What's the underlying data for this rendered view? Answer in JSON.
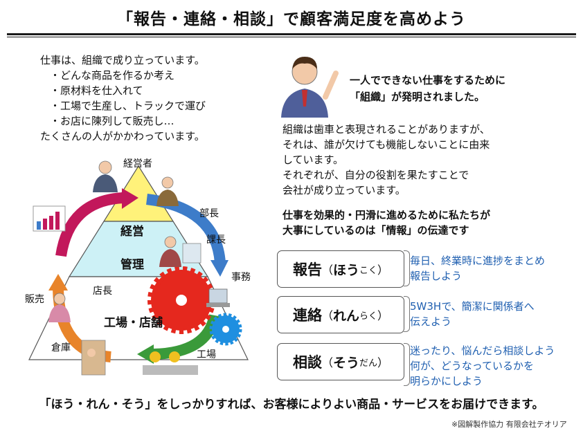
{
  "title": "「報告・連絡・相談」で顧客満足度を高めよう",
  "intro": {
    "lines": [
      "仕事は、組織で成り立っています。",
      "・どんな商品を作るか考え",
      "・原材料を仕入れて",
      "・工場で生産し、トラックで運び",
      "・お店に陳列して販売し…",
      "たくさんの人がかかわっています。"
    ]
  },
  "diagram": {
    "tiers": [
      "経営",
      "管理",
      "工場・店舗"
    ],
    "roles": {
      "executive": "経営者",
      "director": "部長",
      "section_chief": "課長",
      "office": "事務",
      "store_manager": "店長",
      "sales": "販売",
      "warehouse": "倉庫",
      "factory": "工場"
    }
  },
  "headline": [
    "一人でできない仕事をするために",
    "「組織」が発明されました。"
  ],
  "body": [
    "組織は歯車と表現されることがありますが、",
    "それは、誰が欠けても機能しないことに由来",
    "しています。",
    "それぞれが、自分の役割を果たすことで",
    "会社が成り立っています。"
  ],
  "lead": [
    "仕事を効果的・円滑に進めるために私たちが",
    "大事にしているのは「情報」の伝達です"
  ],
  "hourensou": [
    {
      "word": "報告",
      "open": "（",
      "kana_big": "ほう",
      "kana_small": "こく",
      "close": "）",
      "desc": [
        "毎日、終業時に進捗をまとめ",
        "報告しよう"
      ]
    },
    {
      "word": "連絡",
      "open": "（",
      "kana_big": "れん",
      "kana_small": "らく",
      "close": "）",
      "desc": [
        "5W3Hで、簡潔に関係者へ",
        "伝えよう"
      ]
    },
    {
      "word": "相談",
      "open": "（",
      "kana_big": "そう",
      "kana_small": "だん",
      "close": "）",
      "desc": [
        "迷ったり、悩んだら相談しよう",
        "何が、どうなっているかを",
        "明らかにしよう"
      ]
    }
  ],
  "footer": "「ほう・れん・そう」をしっかりすれば、お客様によりよい商品・サービスをお届けできます。",
  "credit": "※図解製作協力 有限会社テオリア",
  "colors": {
    "accent_blue": "#1f5fb0",
    "arrow_magenta": "#c2185b",
    "arrow_blue": "#3d7cc9",
    "arrow_green": "#3a9a3a",
    "arrow_orange": "#e8842a",
    "gear_red": "#e5281e",
    "gear_blue": "#1f8fe0",
    "tier_yellow": "#fff27a",
    "tier_cyan": "#cdf1f6",
    "tier_white": "#ffffff"
  }
}
